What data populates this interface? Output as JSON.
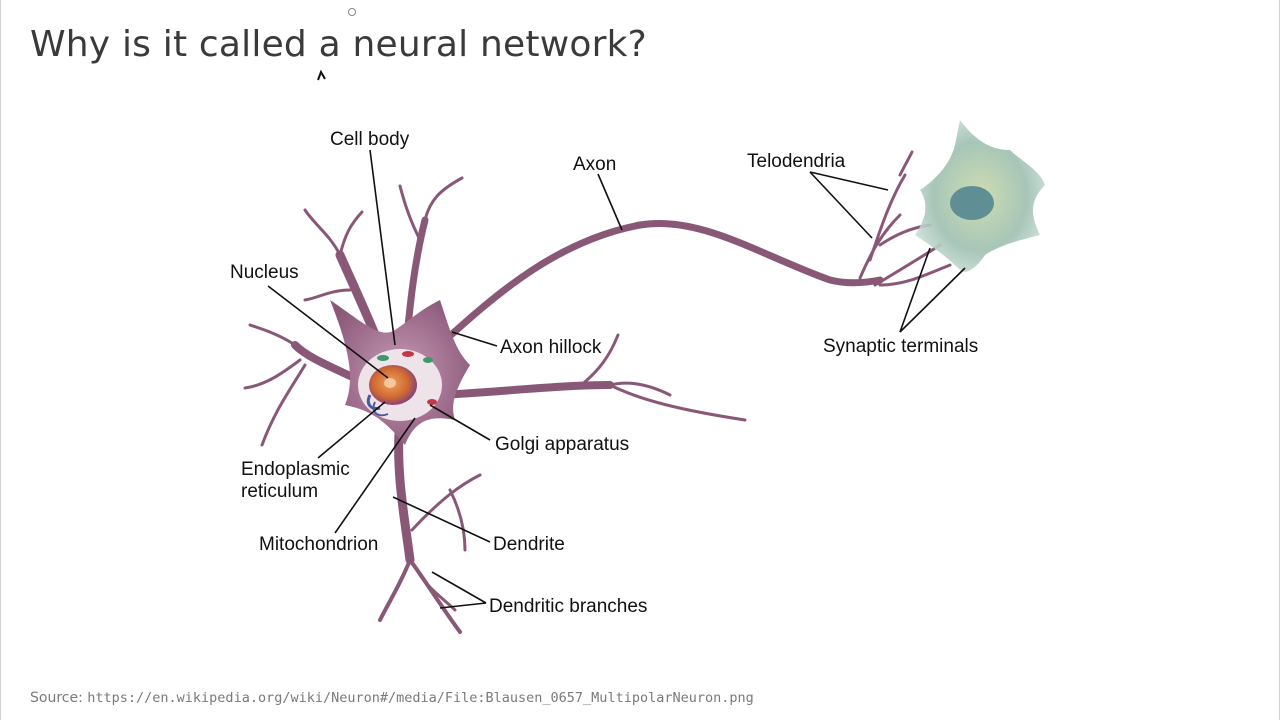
{
  "slide": {
    "title": "Why is it called a neural network?",
    "source_label": "Source:",
    "source_url": "https://en.wikipedia.org/wiki/Neuron#/media/File:Blausen_0657_MultipolarNeuron.png"
  },
  "diagram": {
    "labels": {
      "cell_body": "Cell body",
      "axon": "Axon",
      "telodendria": "Telodendria",
      "nucleus": "Nucleus",
      "axon_hillock": "Axon hillock",
      "synaptic_terminals": "Synaptic terminals",
      "golgi_apparatus": "Golgi apparatus",
      "endoplasmic_line1": "Endoplasmic",
      "endoplasmic_line2": "reticulum",
      "mitochondrion": "Mitochondrion",
      "dendrite": "Dendrite",
      "dendritic_branches": "Dendritic branches"
    },
    "colors": {
      "neuron": "#8a5877",
      "neuron_light": "#b68aa6",
      "nucleus": "#d97a3a",
      "target_cell": "#8fb0a8",
      "label_text": "#111111"
    }
  }
}
